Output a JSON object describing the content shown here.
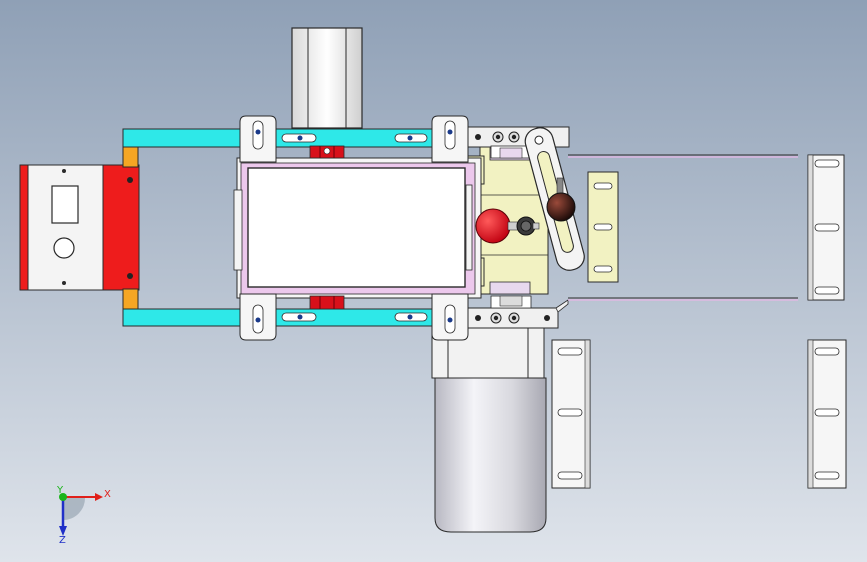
{
  "viewport": {
    "background_top": "#8fa0b6",
    "background_bottom": "#dfe4eb"
  },
  "triad": {
    "x_label": "X",
    "y_label": "Y",
    "z_label": "Z",
    "x_color": "#e0201a",
    "y_color": "#1ab41a",
    "z_color": "#2030c8"
  },
  "colors": {
    "frame_cyan": "#2ee8e8",
    "bracket_orange": "#f5a623",
    "panel_red": "#ee1c1c",
    "roller_red": "#d8101a",
    "gearbox_yellow": "#f2f2c2",
    "plate_gray": "#f0f0f0",
    "pink_belt": "#e6b8e6",
    "motor_silver": "#dcdcdc",
    "outline": "#2a2a2a"
  }
}
